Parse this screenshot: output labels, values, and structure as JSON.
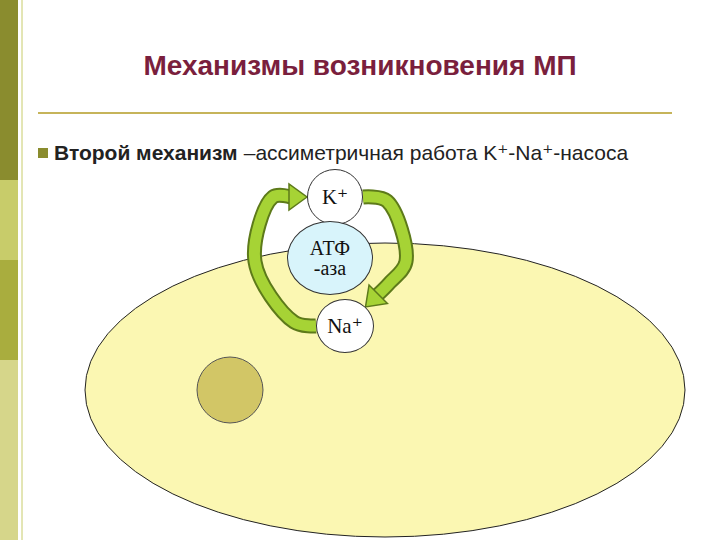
{
  "diagram": {
    "title": "Механизмы возникновения МП",
    "nodes": [
      {
        "text": [
          "K⁺"
        ]
      },
      {
        "text": [
          "АТФ -аза"
        ]
      },
      {
        "text": [
          "Na⁺"
        ]
      }
    ],
    "edges": [
      {
        "from": 2,
        "to": 0,
        "arrow": "to"
      },
      {
        "from": 0,
        "to": 2,
        "arrow": "to"
      }
    ],
    "labels": [
      "Второй механизм",
      "–ассиметричная работа K⁺-Na⁺-насоса"
    ]
  }
}
